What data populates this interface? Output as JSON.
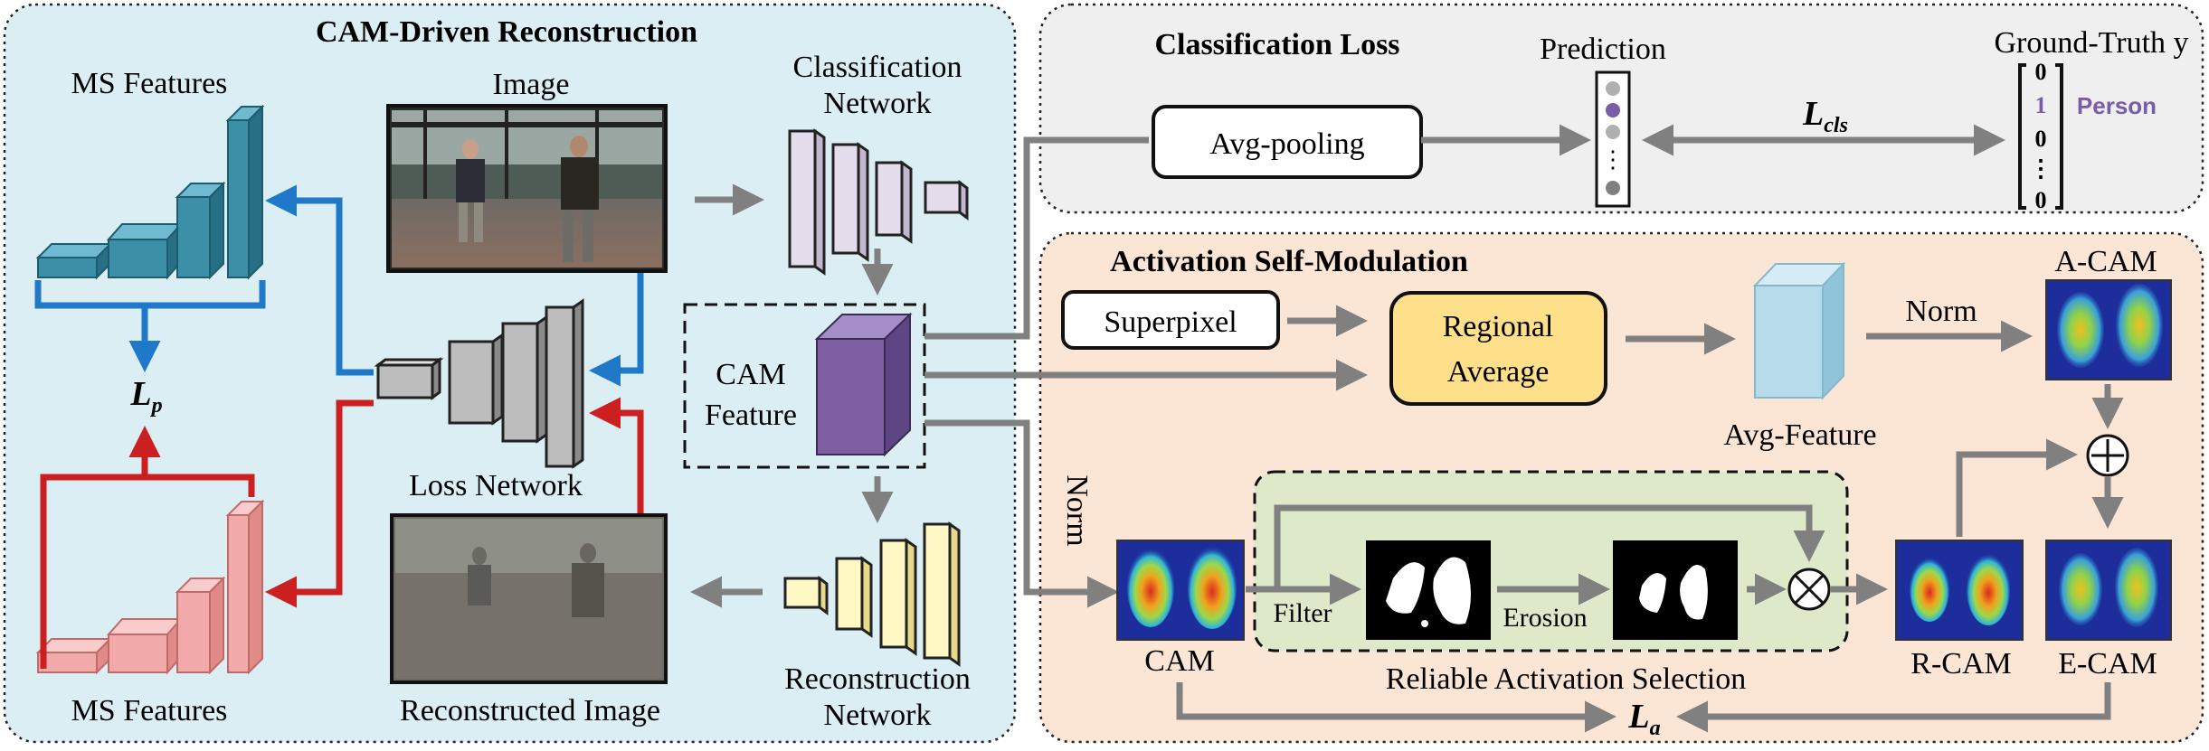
{
  "panels": {
    "cam_driven": {
      "title": "CAM-Driven Reconstruction"
    },
    "classification_loss": {
      "title": "Classification Loss"
    },
    "activation_self_modulation": {
      "title": "Activation Self-Modulation"
    }
  },
  "left": {
    "ms_features_top": "MS Features",
    "ms_features_bottom": "MS Features",
    "image_label": "Image",
    "classification_network": [
      "Classification",
      "Network"
    ],
    "loss_network": "Loss Network",
    "reconstructed_image": "Reconstructed Image",
    "reconstruction_network": [
      "Reconstruction",
      "Network"
    ],
    "cam_feature": [
      "CAM",
      "Feature"
    ],
    "lp_main": "L",
    "lp_sub": "p"
  },
  "top_right": {
    "avg_pooling": "Avg-pooling",
    "prediction": "Prediction",
    "ground_truth": "Ground-Truth y",
    "gt_values": [
      "0",
      "1",
      "0",
      "⋮",
      "0"
    ],
    "person": "Person",
    "lcls_main": "L",
    "lcls_sub": "cls"
  },
  "bottom_right": {
    "superpixel": "Superpixel",
    "regional_average": [
      "Regional",
      "Average"
    ],
    "avg_feature": "Avg-Feature",
    "norm_top": "Norm",
    "norm_side": "Norm",
    "a_cam": "A-CAM",
    "cam": "CAM",
    "filter": "Filter",
    "erosion": "Erosion",
    "reliable_selection": "Reliable Activation Selection",
    "r_cam": "R-CAM",
    "e_cam": "E-CAM",
    "la_main": "L",
    "la_sub": "a"
  },
  "colors": {
    "left_panel_bg": "#dbeef4",
    "top_panel_bg": "#efefef",
    "bottom_panel_bg": "#fbe6d6",
    "selection_bg": "#dde9c8",
    "blue_arrow": "#1f78c8",
    "red_arrow": "#cc1f1f",
    "gray_arrow": "#808080",
    "ms_top_fill": "#3b8fa6",
    "ms_bottom_fill": "#f2a9a9",
    "cls_net_fill": "#e4dcea",
    "recon_net_fill": "#fff7c4",
    "cam_cube": "#7d5ea3",
    "avg_cube": "#b6dcec",
    "regional_fill": "#ffe08a",
    "person_color": "#7a5ca7"
  }
}
